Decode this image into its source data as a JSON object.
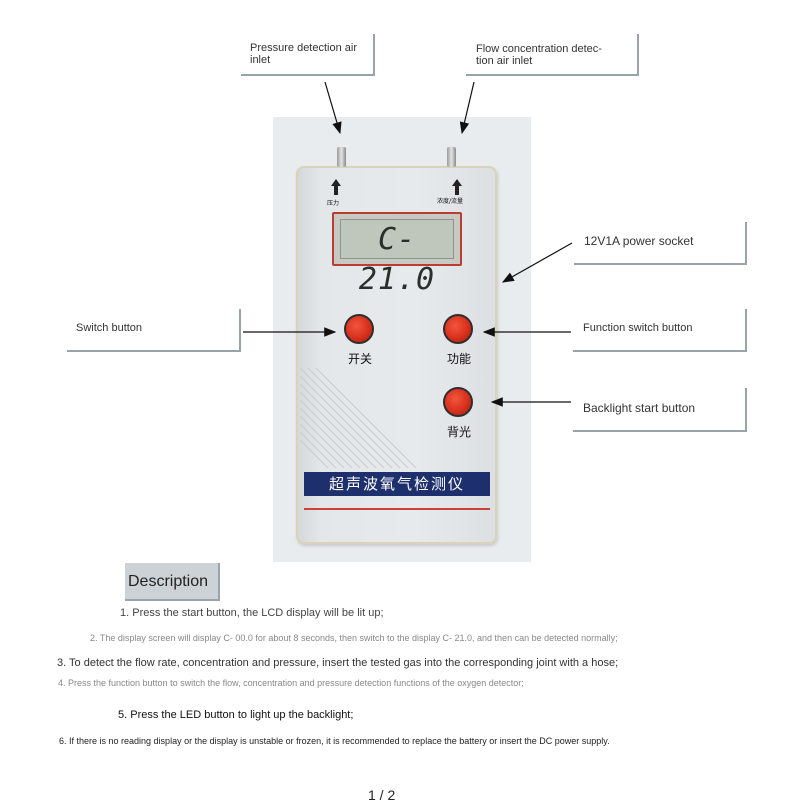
{
  "callouts": {
    "pressure_inlet": "Pressure detection air inlet",
    "flow_inlet": "Flow concentration detec-tion air inlet",
    "power_socket": "12V1A power socket",
    "switch_button": "Switch button",
    "function_button": "Function switch button",
    "backlight_button": "Backlight start button"
  },
  "device": {
    "pressure_port_label": "压力",
    "flow_port_label": "浓度/流量",
    "lcd_reading": "C-21.0",
    "switch_label": "开关",
    "function_label": "功能",
    "backlight_label": "背光",
    "product_name": "超声波氧气检测仪",
    "body_color": "#e4e7ea",
    "button_color": "#d8301d",
    "band_color": "#1e2f6e"
  },
  "description": {
    "title": "Description",
    "steps": [
      "1. Press the start button, the LCD display will be lit up;",
      "2. The display screen will display C- 00.0 for about 8 seconds, then switch to the display C- 21.0, and then can be detected normally;",
      "3. To detect the flow rate, concentration and pressure, insert the tested gas into the corresponding joint with a hose;",
      "4. Press the function button to switch the flow, concentration and pressure detection functions of the oxygen detector;",
      "5. Press the LED button to light up the backlight;",
      "6. If there is no reading display or the display is unstable or frozen, it is recommended to replace the battery or insert the DC power supply."
    ]
  },
  "footer": {
    "page": "1 / 2"
  }
}
